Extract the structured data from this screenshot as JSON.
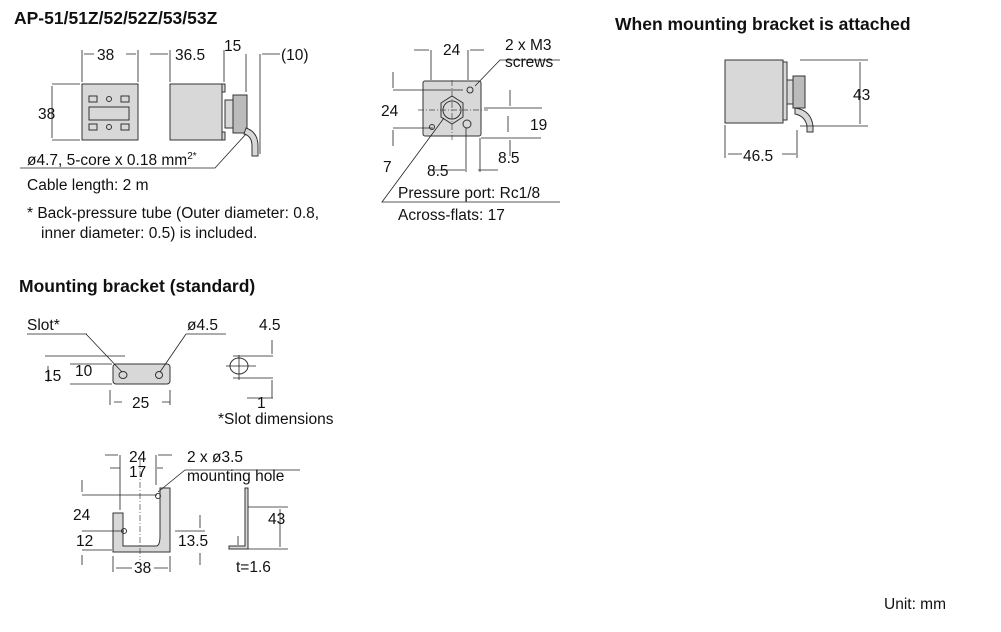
{
  "title": "AP-51/51Z/52/52Z/53/53Z",
  "sensor": {
    "dim_width": "38",
    "dim_depth": "36.5",
    "dim_fitting": "15",
    "dim_cable": "(10)",
    "dim_height": "38",
    "cable_spec": "ø4.7, 5-core x 0.18 mm",
    "cable_spec_sup": "2*",
    "cable_length": "Cable length: 2 m",
    "note_line1": "* Back-pressure tube (Outer diameter: 0.8,",
    "note_line2": "inner diameter: 0.5) is included."
  },
  "back_view": {
    "dim_24_top": "24",
    "screws_line1": "2 x M3",
    "screws_line2": "screws",
    "dim_24_left": "24",
    "dim_19": "19",
    "dim_7": "7",
    "dim_8_5_a": "8.5",
    "dim_8_5_b": "8.5",
    "pressure_port": "Pressure port: Rc1/8",
    "across_flats": "Across-flats: 17"
  },
  "attached": {
    "title": "When mounting bracket is attached",
    "dim_43": "43",
    "dim_46_5": "46.5"
  },
  "bracket": {
    "title": "Mounting bracket  (standard)",
    "slot_label": "Slot*",
    "hole_dia": "ø4.5",
    "slot_4_5": "4.5",
    "dim_15": "15",
    "dim_10": "10",
    "dim_25": "25",
    "slot_1": "1",
    "slot_caption": "*Slot dimensions",
    "dim_24_top": "24",
    "dim_17": "17",
    "holes_line1": "2 x ø3.5",
    "holes_line2": "mounting hole",
    "dim_24_left": "24",
    "dim_43": "43",
    "dim_12": "12",
    "dim_13_5": "13.5",
    "dim_38": "38",
    "thickness": "t=1.6"
  },
  "unit": "Unit: mm"
}
